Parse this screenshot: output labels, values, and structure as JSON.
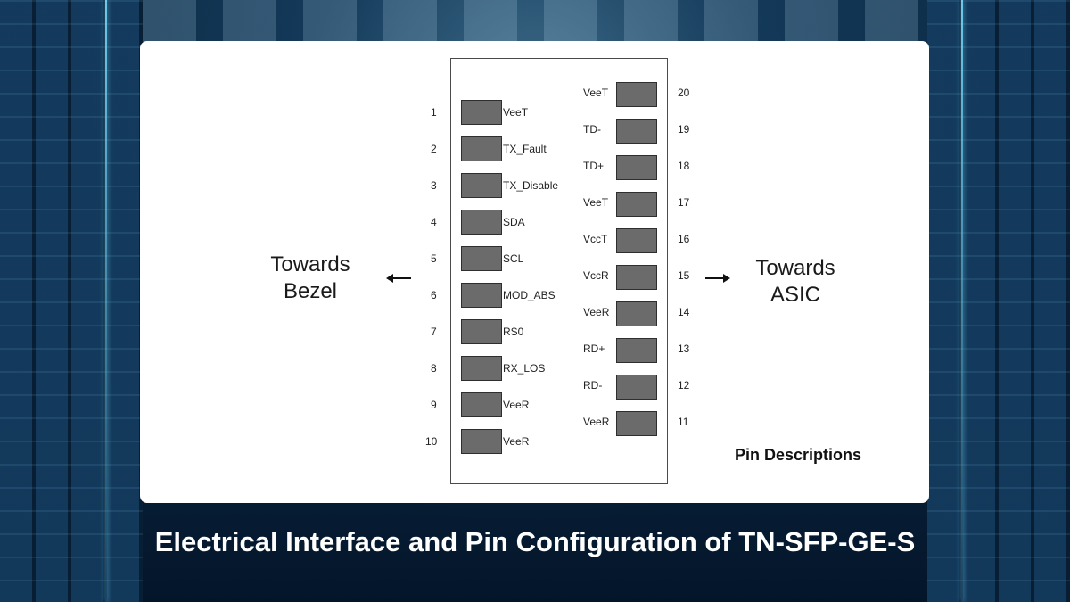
{
  "diagram": {
    "left_direction": {
      "line1": "Towards",
      "line2": "Bezel"
    },
    "right_direction": {
      "line1": "Towards",
      "line2": "ASIC"
    },
    "left_pins": [
      {
        "number": "1",
        "name": "VeeT"
      },
      {
        "number": "2",
        "name": "TX_Fault"
      },
      {
        "number": "3",
        "name": "TX_Disable"
      },
      {
        "number": "4",
        "name": "SDA"
      },
      {
        "number": "5",
        "name": "SCL"
      },
      {
        "number": "6",
        "name": "MOD_ABS"
      },
      {
        "number": "7",
        "name": "RS0"
      },
      {
        "number": "8",
        "name": "RX_LOS"
      },
      {
        "number": "9",
        "name": "VeeR"
      },
      {
        "number": "10",
        "name": "VeeR"
      }
    ],
    "right_pins": [
      {
        "number": "20",
        "name": "VeeT"
      },
      {
        "number": "19",
        "name": "TD-"
      },
      {
        "number": "18",
        "name": "TD+"
      },
      {
        "number": "17",
        "name": "VeeT"
      },
      {
        "number": "16",
        "name": "VccT"
      },
      {
        "number": "15",
        "name": "VccR"
      },
      {
        "number": "14",
        "name": "VeeR"
      },
      {
        "number": "13",
        "name": "RD+"
      },
      {
        "number": "12",
        "name": "RD-"
      },
      {
        "number": "11",
        "name": "VeeR"
      }
    ],
    "legend": "Pin Descriptions"
  },
  "page_title": "Electrical Interface and Pin Configuration of TN-SFP-GE-S",
  "colors": {
    "pad_fill": "#6b6b6b",
    "panel": "#ffffff",
    "background": "#0a2a44",
    "title_text": "#ffffff"
  }
}
